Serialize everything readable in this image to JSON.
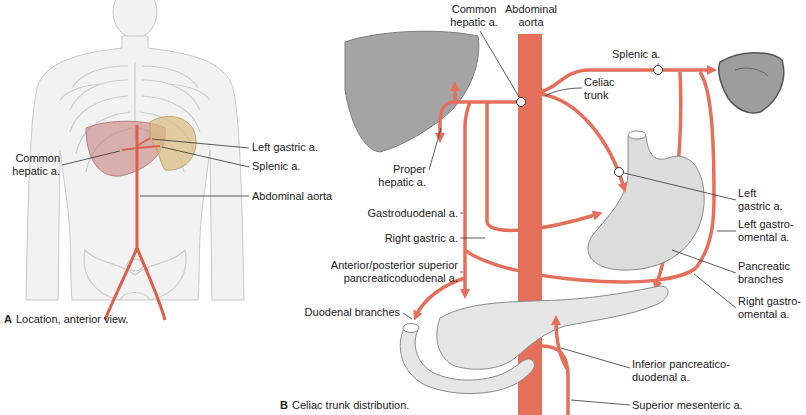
{
  "diagram": {
    "labels": [
      "Abdominal aorta",
      "Common hepatic a.",
      "Celiac trunk",
      "Splenic a.",
      "Left gastric a.",
      "Common hepatic a.",
      "Splenic a.",
      "Abdominal aorta",
      "Proper hepatic a.",
      "Left gastric a.",
      "Gastroduodenal a.",
      "Left gastro-omental a.",
      "Right gastric a.",
      "Anterior/posterior superior pancreaticoduodenal a.",
      "Pancreatic branches",
      "Right gastro-omental a.",
      "Duodenal branches",
      "Inferior pancreatico-duodenal a.",
      "A",
      "Location, anterior view.",
      "Superior mesenteric a.",
      "B",
      "Celiac trunk distribution."
    ]
  }
}
